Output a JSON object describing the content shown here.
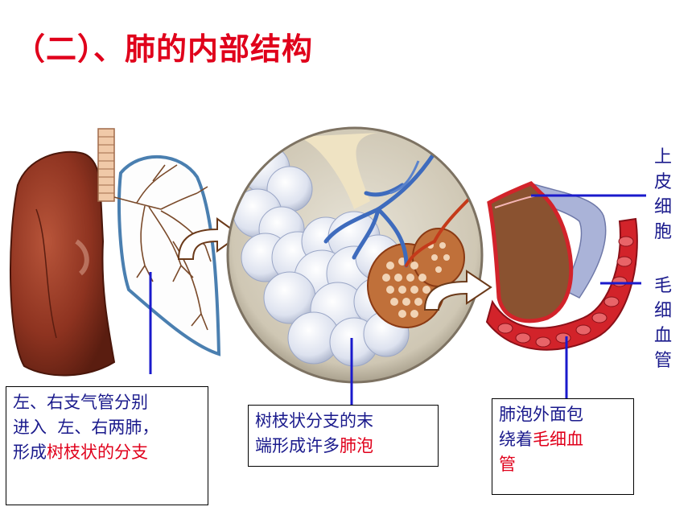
{
  "title": "（二）、肺的内部结构",
  "labels": {
    "epithelial": "上皮细胞",
    "capillary": "毛细血管"
  },
  "boxes": {
    "bronchi": {
      "line1": "左、右支气管分别",
      "line2": "进入  左、右两肺，",
      "line3_prefix": "形成",
      "line3_highlight": "树枝状的分支"
    },
    "alveoli": {
      "line1": "树枝状分支的末",
      "line2_prefix": "端形成许多",
      "line2_highlight": "肺泡"
    },
    "capillaries": {
      "line1": "肺泡外面包",
      "line2_prefix": "绕着",
      "line2_highlight": "毛细血",
      "line3": "管"
    }
  },
  "colors": {
    "title": "#e0001b",
    "label_text": "#1a1a8c",
    "highlight": "#e0001b",
    "pointer_line": "#1a1acc"
  }
}
